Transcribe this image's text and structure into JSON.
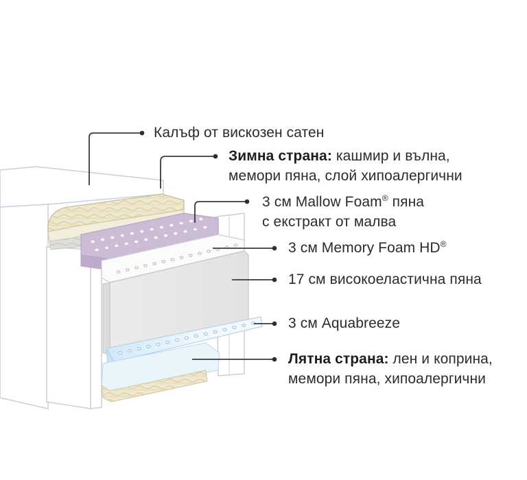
{
  "colors": {
    "outline": "#c5d0dc",
    "leader": "#3a3a3a",
    "text": "#2b2b2b",
    "cream": "#ece4c8",
    "violet": "#c9b8d1",
    "foam_grey": "#e7e7e6",
    "aqua_blue": "#d6ecf9"
  },
  "labels": {
    "cover": "Калъф от вискозен сатен",
    "winter_bold": "Зимна страна:",
    "winter_rest": " кашмир и вълна,",
    "winter_line2": "мемори пяна, слой хипоалергични",
    "mallow_line1": "3 см Mallow Foam",
    "mallow_reg": "®",
    "mallow_tail": " пяна",
    "mallow_line2": "с екстракт от малва",
    "memory": "3 см Memory Foam HD",
    "memory_reg": "®",
    "core": "17 см високоеластична пяна",
    "aqua": "3 см Aquabreeze",
    "summer_bold": "Лятна страна:",
    "summer_rest": " лен и коприна,",
    "summer_line2": "мемори пяна, хипоалергични"
  }
}
